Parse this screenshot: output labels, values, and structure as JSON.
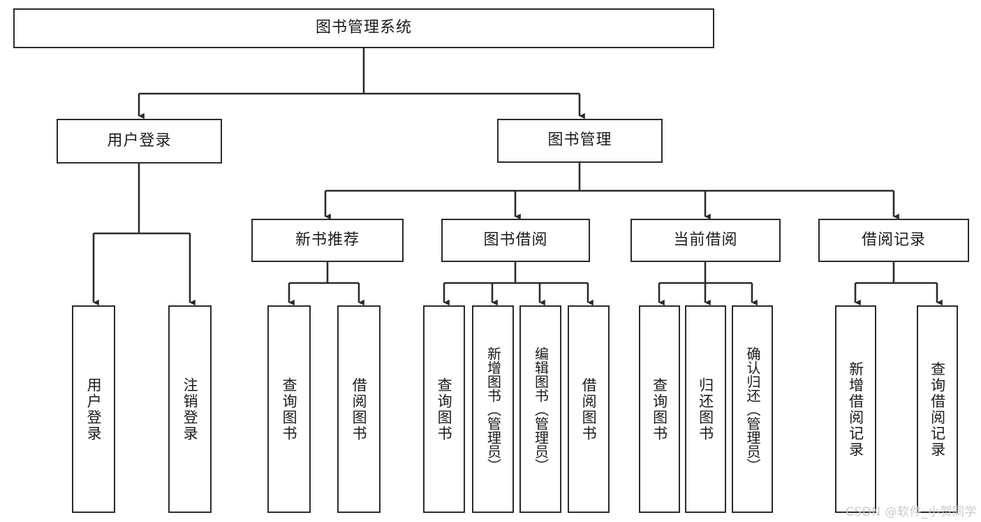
{
  "diagram": {
    "title": "图书管理系统",
    "type": "tree",
    "colors": {
      "stroke": "#2b2b2b",
      "fill": "#ffffff",
      "text": "#1b1b1b",
      "watermark": "#c9c9c9"
    },
    "root": {
      "label": "图书管理系统"
    },
    "level2": [
      {
        "label": "用户登录"
      },
      {
        "label": "图书管理"
      }
    ],
    "level3": [
      {
        "label": "新书推荐"
      },
      {
        "label": "图书借阅"
      },
      {
        "label": "当前借阅"
      },
      {
        "label": "借阅记录"
      }
    ],
    "leaves": {
      "user_login": [
        {
          "label": "用户登录"
        },
        {
          "label": "注销登录"
        }
      ],
      "new_book_recommend": [
        {
          "label": "查询图书"
        },
        {
          "label": "借阅图书"
        }
      ],
      "book_borrow": [
        {
          "label": "查询图书"
        },
        {
          "label": "新增图书（管理员）"
        },
        {
          "label": "编辑图书（管理员）"
        },
        {
          "label": "借阅图书"
        }
      ],
      "current_borrow": [
        {
          "label": "查询图书"
        },
        {
          "label": "归还图书"
        },
        {
          "label": "确认归还（管理员）"
        }
      ],
      "borrow_record": [
        {
          "label": "新增借阅记录"
        },
        {
          "label": "查询借阅记录"
        }
      ]
    }
  },
  "watermark": {
    "text": "CSDN @软件_小贺同学"
  }
}
